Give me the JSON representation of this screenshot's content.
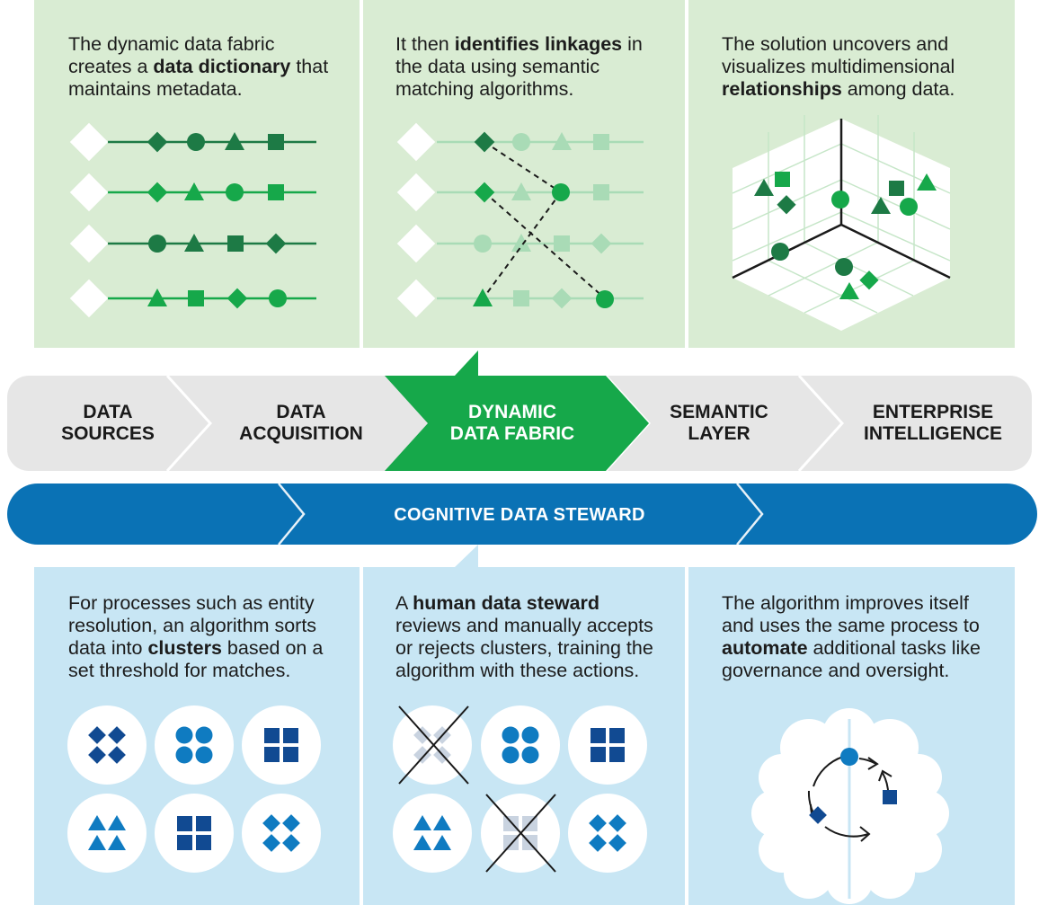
{
  "top_panels": [
    {
      "before": "The dynamic data fabric creates a ",
      "bold": "data dictionary",
      "after": " that maintains metadata."
    },
    {
      "before": "It then ",
      "bold": "identifies linkages",
      "after": " in the data using semantic matching algorithms."
    },
    {
      "before": "The solution uncovers and visualizes multidimensional ",
      "bold": "relationships",
      "after": " among data."
    }
  ],
  "pipeline": [
    {
      "line1": "DATA",
      "line2": "SOURCES"
    },
    {
      "line1": "DATA",
      "line2": "ACQUISITION"
    },
    {
      "line1": "DYNAMIC",
      "line2": "DATA FABRIC"
    },
    {
      "line1": "SEMANTIC",
      "line2": "LAYER"
    },
    {
      "line1": "ENTERPRISE",
      "line2": "INTELLIGENCE"
    }
  ],
  "steward_bar": {
    "label": "COGNITIVE DATA STEWARD"
  },
  "bottom_panels": [
    {
      "before": "For processes such as entity resolution, an algorithm sorts data into ",
      "bold": "clusters",
      "after": " based on a set threshold for matches."
    },
    {
      "before": "A ",
      "bold": "human data steward",
      "after": " reviews and manually accepts or rejects clusters, training the algorithm with these actions."
    },
    {
      "before": "The algorithm improves itself and uses the same process to ",
      "bold": "automate",
      "after": " additional tasks like governance and oversight."
    }
  ],
  "colors": {
    "green_panel": "#d9ecd3",
    "blue_panel": "#c8e6f4",
    "green_dark": "#1d7a45",
    "green_bright": "#16a84a",
    "green_faded": "#a9dbb6",
    "blue_bar": "#0a72b5",
    "blue_mid": "#0f7bc1",
    "blue_dark": "#114a92",
    "pipeline_gray": "#e6e6e6"
  }
}
